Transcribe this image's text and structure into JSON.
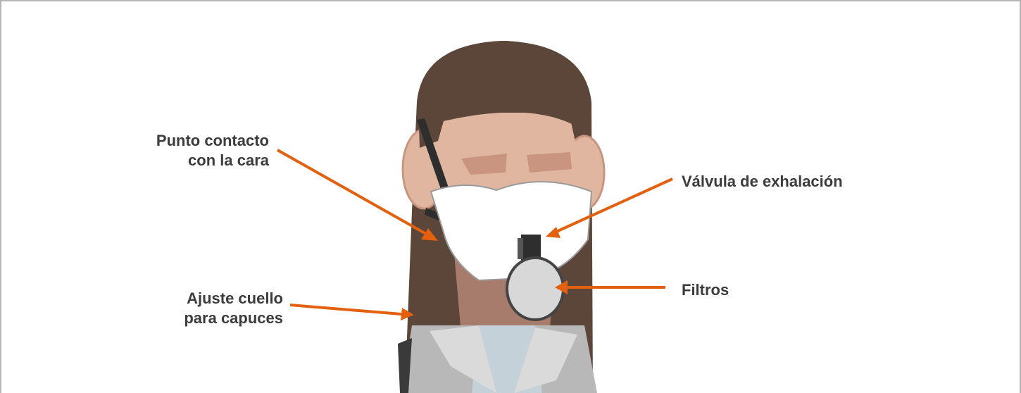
{
  "colors": {
    "arrow": "#E3600E",
    "hair": "#5C4539",
    "skin": "#E0B6A0",
    "skin_shadow": "#C99580",
    "neck": "#A87C6C",
    "mask": "#FFFFFF",
    "strap": "#3A3A3A",
    "filter": "#D8D8D8",
    "coat": "#B8B8B8",
    "shirt": "#C5D1D8",
    "border": "#B5B5B5",
    "text": "#3C3C3C"
  },
  "labels": {
    "face_contact": {
      "line1": "Punto contacto",
      "line2": "con la cara"
    },
    "exhalation_valve": {
      "line1": "Válvula de exhalación"
    },
    "filters": {
      "line1": "Filtros"
    },
    "neck_adjust": {
      "line1": "Ajuste cuello",
      "line2": "para capuces"
    }
  },
  "icons": {
    "figure": "person-wearing-respirator-illustration",
    "arrows": "callout-arrow-icon"
  }
}
